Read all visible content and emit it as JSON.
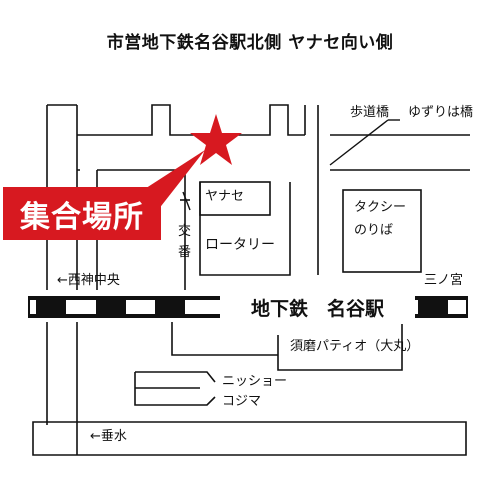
{
  "header": {
    "title": "市営地下鉄名谷駅北側 ヤナセ向い側"
  },
  "meeting_point": {
    "label": "集合場所",
    "marker": "star-icon",
    "color": "#d71920"
  },
  "station": {
    "label": "地下鉄　名谷駅"
  },
  "places": {
    "hodokyo": "歩道橋",
    "yuzuriha": "ゆずりは橋",
    "yanase": "ヤナセ",
    "rotary": "ロータリー",
    "taxi_1": "タクシー",
    "taxi_2": "のりば",
    "koban_1": "交",
    "koban_2": "番",
    "seishin": "←西神中央",
    "sannomiya": "三ノ宮",
    "sumapatio": "須磨パティオ（大丸）",
    "nissho": "ニッショー",
    "kojima": "コジマ",
    "tarumi": "←垂水"
  }
}
